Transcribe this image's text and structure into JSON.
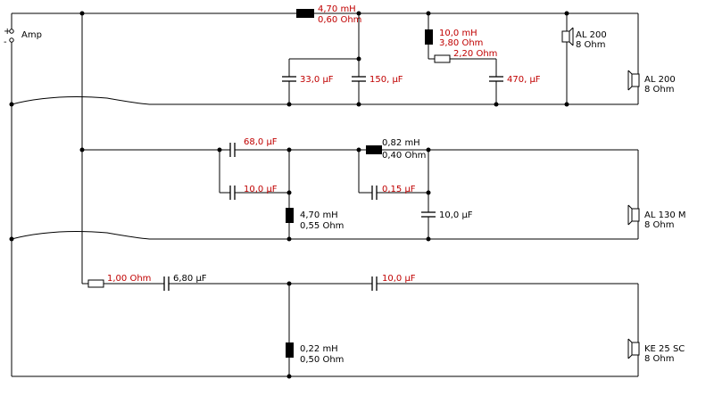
{
  "amp": {
    "plus": "+",
    "minus": "-",
    "label": "Amp"
  },
  "tweeter": {
    "l1_value": "4,70 mH",
    "l1_res": "0,60 Ohm",
    "c1": "33,0 µF",
    "c2": "150, µF",
    "l2_value": "10,0 mH",
    "l2_res": "3,80 Ohm",
    "r1": "2,20 Ohm",
    "c3": "470, µF",
    "spk1_name": "AL 200",
    "spk1_imp": "8 Ohm",
    "spk2_name": "AL 200",
    "spk2_imp": "8 Ohm"
  },
  "mid": {
    "c1": "68,0 µF",
    "c2": "10,0 µF",
    "l1_value": "4,70 mH",
    "l1_res": "0,55 Ohm",
    "l2_value": "0,82 mH",
    "l2_res": "0,40 Ohm",
    "c3": "0,15 µF",
    "c4": "10,0 µF",
    "spk_name": "AL 130 M",
    "spk_imp": "8 Ohm"
  },
  "high": {
    "r1": "1,00 Ohm",
    "c1": "6,80 µF",
    "c2": "10,0 µF",
    "l1_value": "0,22 mH",
    "l1_res": "0,50 Ohm",
    "spk_name": "KE 25 SC",
    "spk_imp": "8 Ohm"
  },
  "colors": {
    "wire": "#000000",
    "highlight": "#c00000"
  }
}
